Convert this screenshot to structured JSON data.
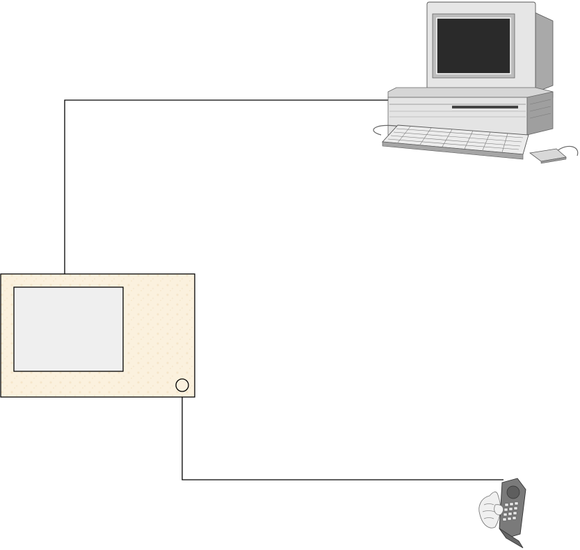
{
  "diagram": {
    "nodes": [
      {
        "id": "computer",
        "icon": "desktop-computer-icon"
      },
      {
        "id": "instrument",
        "icon": "test-instrument-icon"
      },
      {
        "id": "phone",
        "icon": "mobile-phone-in-hand-icon"
      }
    ],
    "connections": [
      {
        "from": "instrument",
        "to": "computer",
        "kind": "data-cable"
      },
      {
        "from": "instrument",
        "to": "phone",
        "kind": "rf-cable"
      }
    ]
  },
  "colors": {
    "line": "#000000",
    "instrument_fill": "#fbf1de",
    "instrument_screen": "#efefef",
    "computer_body": "#e3e3e3",
    "computer_shadow": "#9a9a9a",
    "computer_screen": "#2a2a2a",
    "phone_body": "#7a7a7a",
    "phone_keys": "#e8e8e8"
  }
}
